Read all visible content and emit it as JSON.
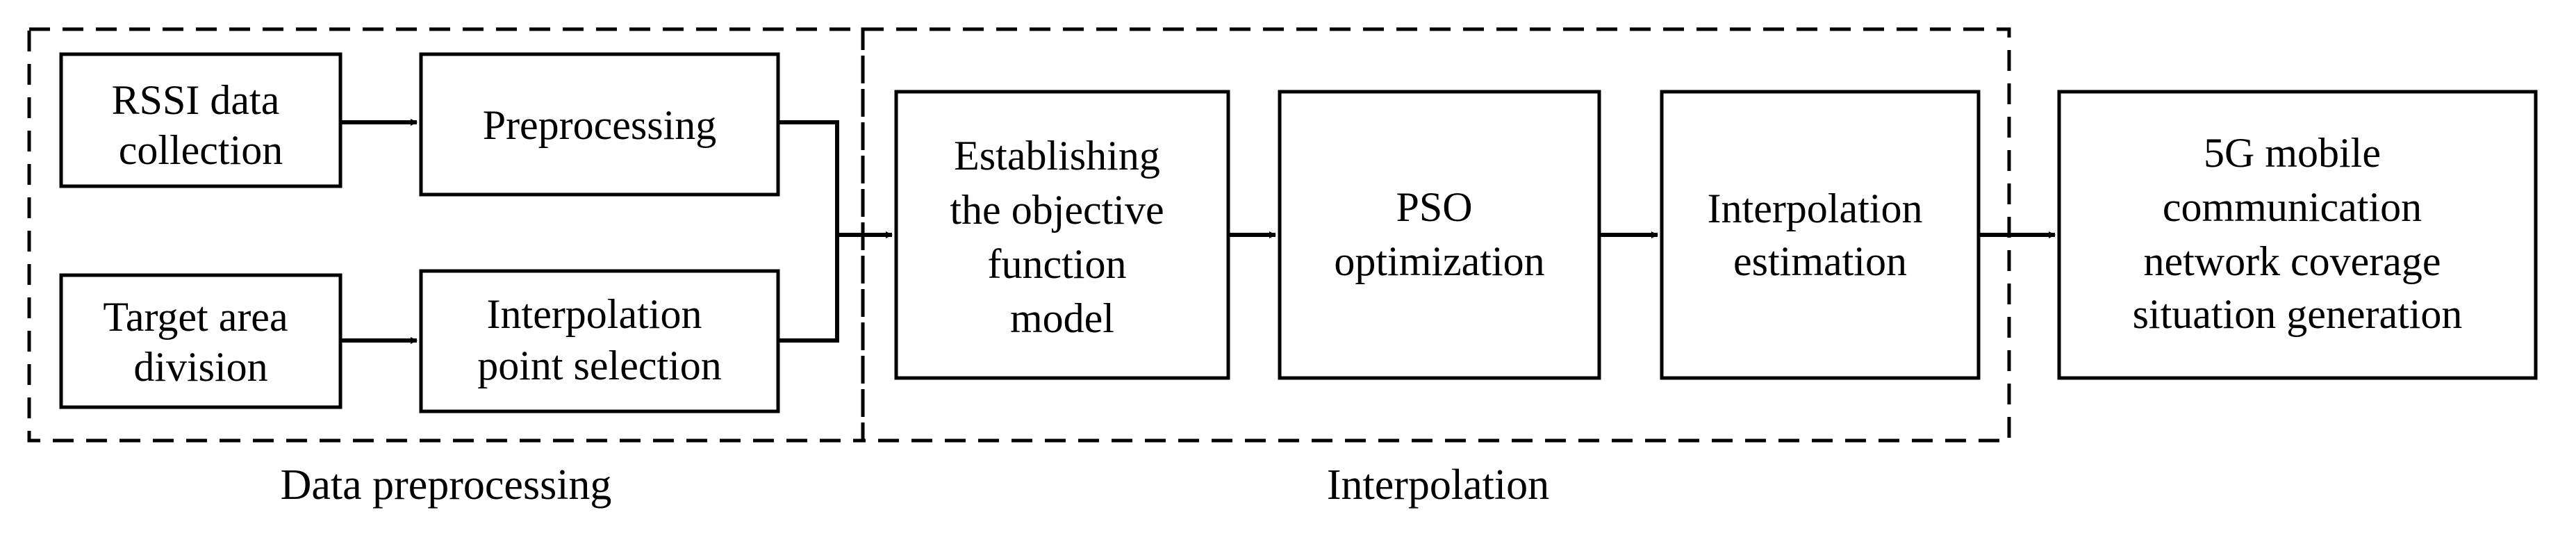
{
  "groups": {
    "data_preprocessing": {
      "label": "Data preprocessing"
    },
    "interpolation": {
      "label": "Interpolation"
    }
  },
  "boxes": {
    "rssi": {
      "lines": [
        "RSSI data",
        "collection"
      ]
    },
    "preprocessing": {
      "lines": [
        "Preprocessing"
      ]
    },
    "target_area": {
      "lines": [
        "Target area",
        "division"
      ]
    },
    "interp_point": {
      "lines": [
        "Interpolation",
        "point selection"
      ]
    },
    "objective": {
      "lines": [
        "Establishing",
        "the objective",
        "function",
        "model"
      ]
    },
    "pso": {
      "lines": [
        "PSO",
        "optimization"
      ]
    },
    "interp_est": {
      "lines": [
        "Interpolation",
        "estimation"
      ]
    },
    "coverage": {
      "lines": [
        "5G mobile",
        "communication",
        "network coverage",
        "situation generation"
      ]
    }
  },
  "colors": {
    "stroke": "#000000",
    "background": "#ffffff"
  }
}
